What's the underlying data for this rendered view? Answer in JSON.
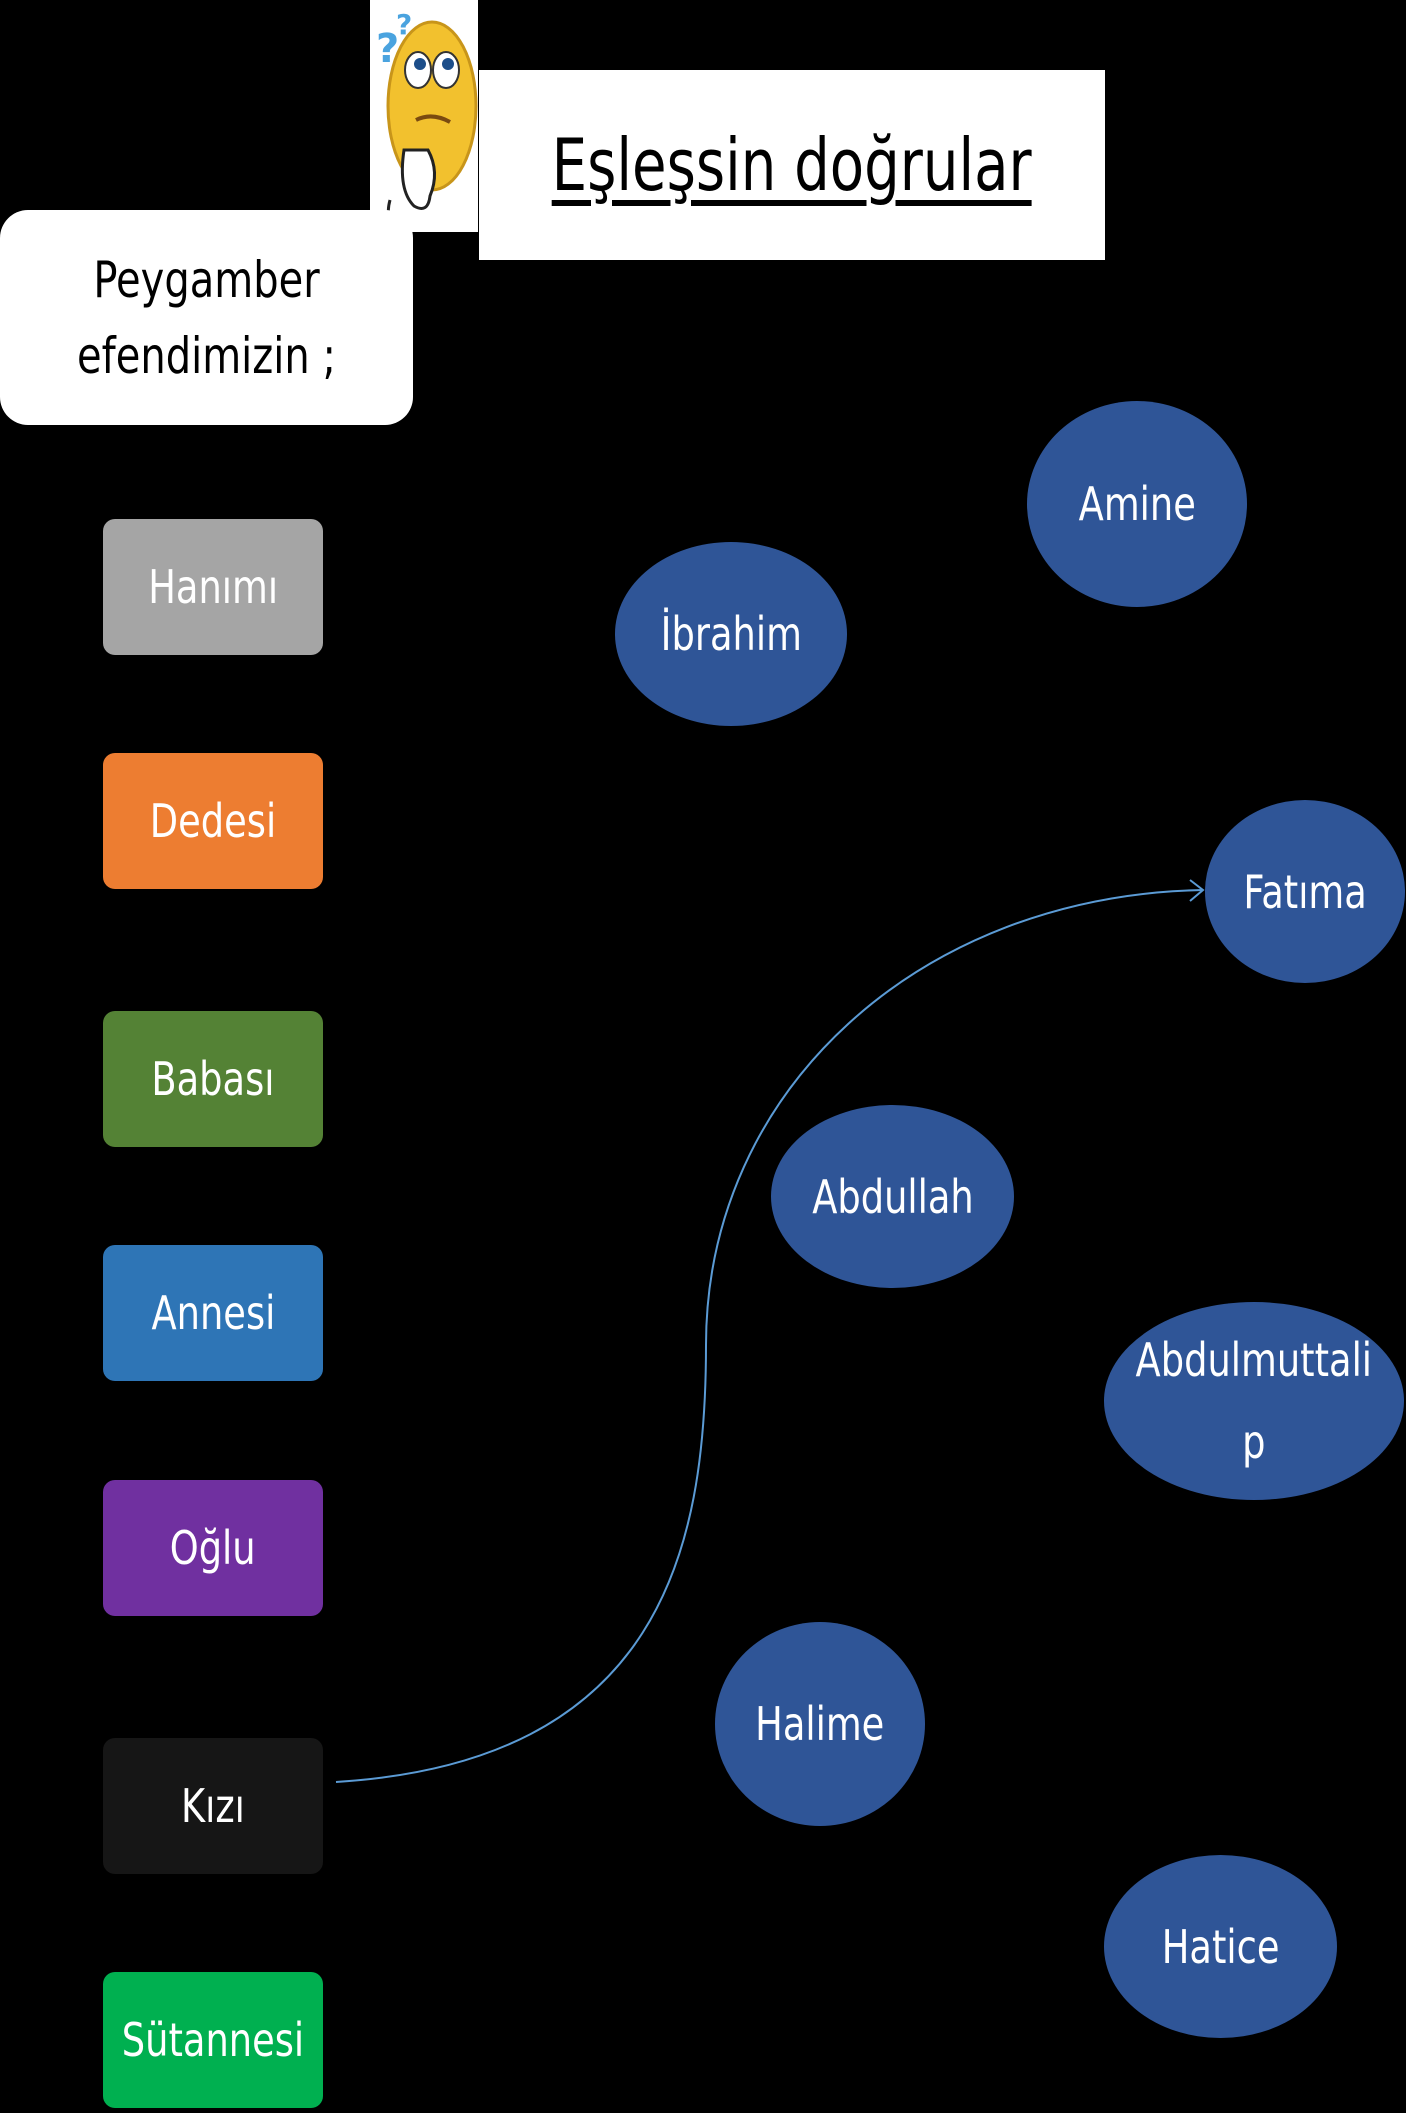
{
  "title": "Eşleşsin doğrular",
  "intro": {
    "line1": "Peygamber",
    "line2": "efendimizin ;"
  },
  "relations": [
    {
      "label": "Hanımı",
      "color": "#a5a5a5"
    },
    {
      "label": "Dedesi",
      "color": "#ed7d31"
    },
    {
      "label": "Babası",
      "color": "#548235"
    },
    {
      "label": "Annesi",
      "color": "#2e75b6"
    },
    {
      "label": "Oğlu",
      "color": "#7030a0"
    },
    {
      "label": "Kızı",
      "color": "#161616"
    },
    {
      "label": "Sütannesi",
      "color": "#00b050"
    }
  ],
  "names": [
    {
      "label": "Amine"
    },
    {
      "label": "İbrahim"
    },
    {
      "label": "Fatıma"
    },
    {
      "label": "Abdullah"
    },
    {
      "label": "Abdulmuttali",
      "label2": "p"
    },
    {
      "label": "Halime"
    },
    {
      "label": "Hatice"
    }
  ],
  "connection": {
    "from": "Kızı",
    "to": "Fatıma",
    "color": "#5b9bd5"
  },
  "oval_color": "#2f5597"
}
